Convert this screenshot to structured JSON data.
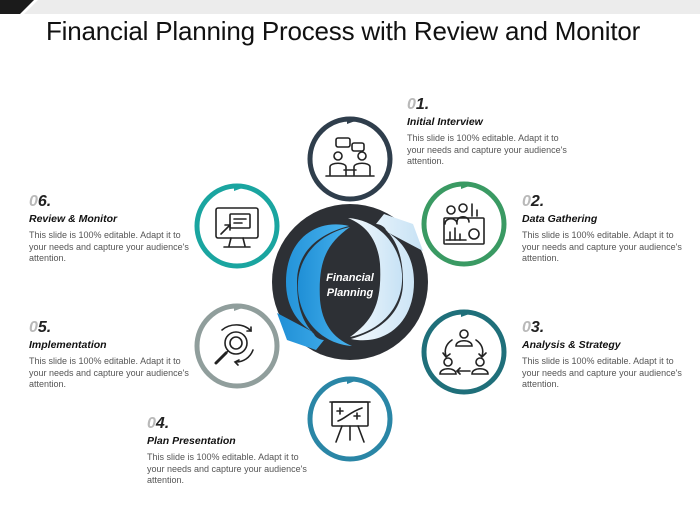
{
  "title": "Financial Planning Process with Review and Monitor",
  "center": {
    "line1": "Financial",
    "line2": "Planning"
  },
  "steps": [
    {
      "num_lead": "0",
      "num_main": "1.",
      "title": "Initial Interview",
      "desc": "This slide is 100% editable. Adapt it to your needs and capture your audience's attention.",
      "icon": "interview-icon",
      "color": "#2f3e4c"
    },
    {
      "num_lead": "0",
      "num_main": "2.",
      "title": "Data Gathering",
      "desc": "This slide is 100% editable. Adapt it to your needs and capture your audience's attention.",
      "icon": "data-gathering-icon",
      "color": "#3a9a63"
    },
    {
      "num_lead": "0",
      "num_main": "3.",
      "title": "Analysis & Strategy",
      "desc": "This slide is 100% editable. Adapt it to your needs and capture your audience's attention.",
      "icon": "analysis-strategy-icon",
      "color": "#1f6f7a"
    },
    {
      "num_lead": "0",
      "num_main": "4.",
      "title": "Plan Presentation",
      "desc": "This slide is 100% editable. Adapt it to your needs and capture your audience's attention.",
      "icon": "presentation-board-icon",
      "color": "#2a86a6"
    },
    {
      "num_lead": "0",
      "num_main": "5.",
      "title": "Implementation",
      "desc": "This slide is 100% editable. Adapt it to your needs and capture your audience's attention.",
      "icon": "magnifier-cycle-icon",
      "color": "#909e9c"
    },
    {
      "num_lead": "0",
      "num_main": "6.",
      "title": "Review & Monitor",
      "desc": "This slide is 100% editable. Adapt it to your needs and capture your audience's attention.",
      "icon": "monitor-icon",
      "color": "#1aa5a0"
    }
  ],
  "colors": {
    "hub": "#2d3035",
    "arrow_blue": "#2c9fe0",
    "arrow_light": "#cde6f7",
    "ring_bg": "#e9ecec"
  }
}
